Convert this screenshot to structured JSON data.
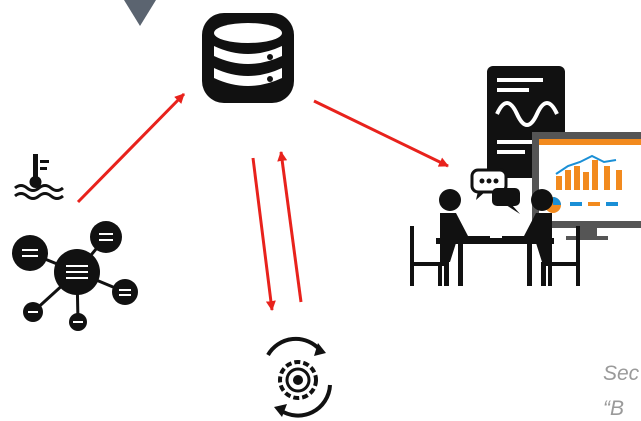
{
  "diagram": {
    "nodes": [
      {
        "id": "database",
        "icon": "database-icon"
      },
      {
        "id": "temperature-sensor",
        "icon": "water-temperature-icon"
      },
      {
        "id": "sensor-network",
        "icon": "network-hub-icon"
      },
      {
        "id": "processing",
        "icon": "gear-cycle-icon"
      },
      {
        "id": "monitoring-document",
        "icon": "waveform-document-icon"
      },
      {
        "id": "dashboard",
        "icon": "analytics-monitor-icon"
      },
      {
        "id": "team-meeting",
        "icon": "meeting-table-icon"
      }
    ],
    "edges": [
      {
        "from": "sensor-network",
        "to": "database"
      },
      {
        "from": "database",
        "to": "team-meeting"
      },
      {
        "from": "database",
        "to": "processing"
      },
      {
        "from": "processing",
        "to": "database"
      }
    ],
    "colors": {
      "arrow": "#e8221c",
      "icon": "#111111",
      "triangle": "#5b6470",
      "caption": "#9a9a9a",
      "dashboard_accent": "#f28a1e"
    }
  },
  "captions": {
    "line1": "Sec",
    "line2": "“B"
  }
}
